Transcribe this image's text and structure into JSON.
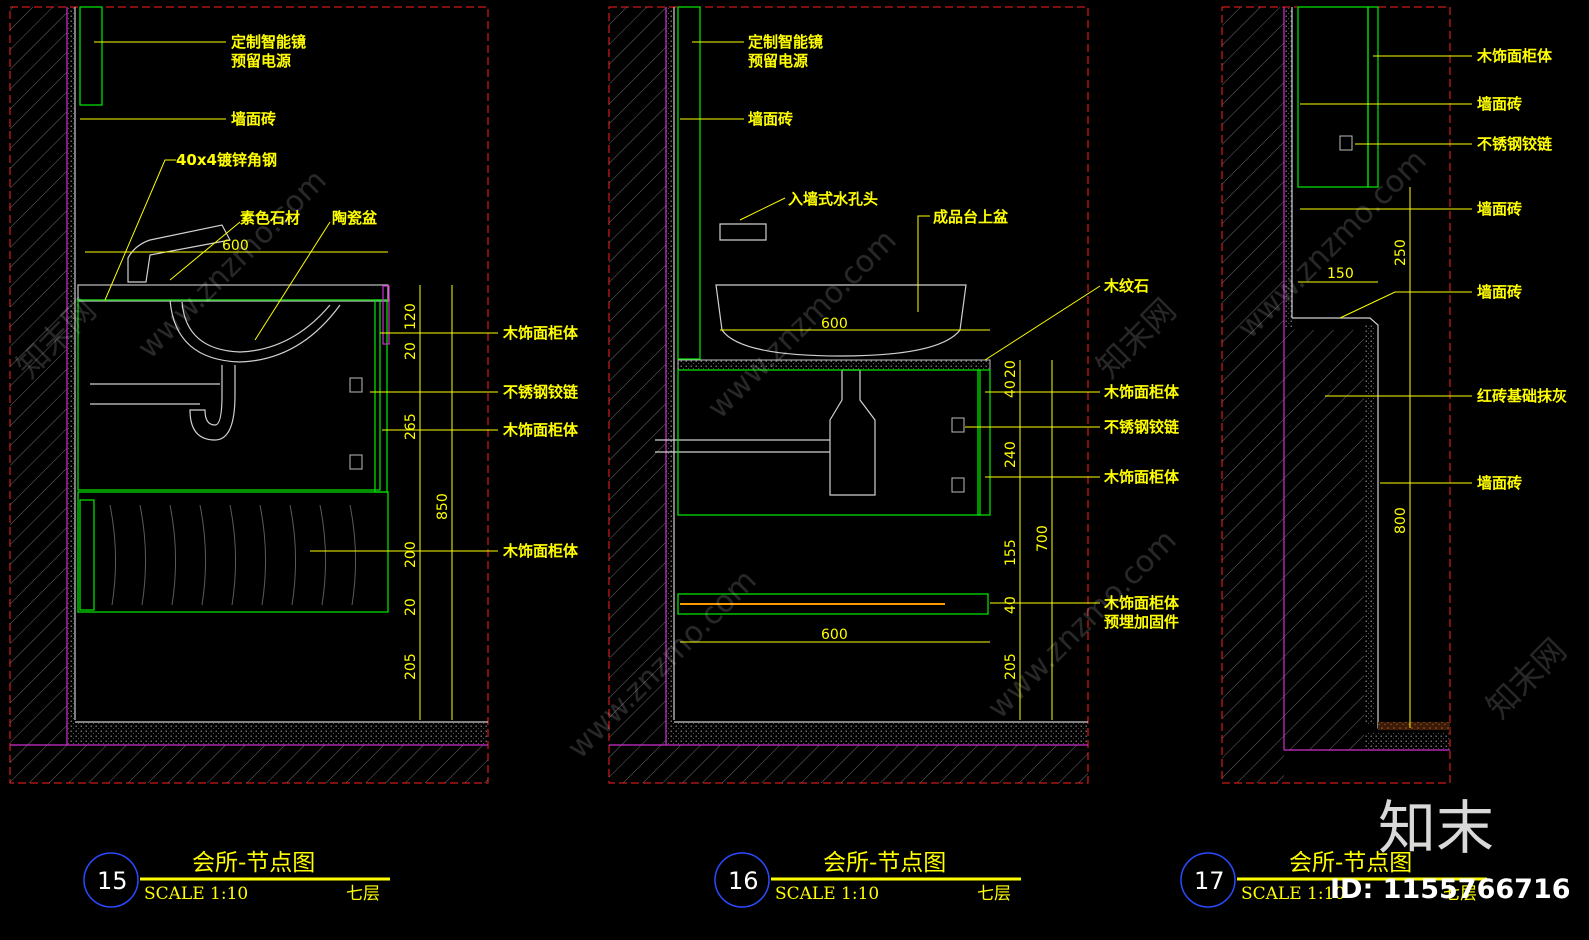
{
  "drawings": [
    {
      "number": "15",
      "title": "会所-节点图",
      "scale": "SCALE 1:10",
      "floor": "七层",
      "labels": [
        "定制智能镜",
        "预留电源",
        "墙面砖",
        "40x4镀锌角钢",
        "素色石材",
        "陶瓷盆",
        "木饰面柜体",
        "不锈钢铰链",
        "木饰面柜体",
        "木饰面柜体"
      ],
      "dims": [
        "600",
        "120",
        "20",
        "265",
        "850",
        "200",
        "20",
        "205"
      ]
    },
    {
      "number": "16",
      "title": "会所-节点图",
      "scale": "SCALE 1:10",
      "floor": "七层",
      "labels": [
        "定制智能镜",
        "预留电源",
        "墙面砖",
        "入墙式水孔头",
        "成品台上盆",
        "木纹石",
        "木饰面柜体",
        "不锈钢铰链",
        "木饰面柜体",
        "木饰面柜体",
        "预埋加固件"
      ],
      "dims": [
        "600",
        "20",
        "40",
        "240",
        "155",
        "700",
        "40",
        "600",
        "205"
      ]
    },
    {
      "number": "17",
      "title": "会所-节点图",
      "scale": "SCALE 1:10",
      "floor": "七层",
      "labels": [
        "木饰面柜体",
        "墙面砖",
        "不锈钢铰链",
        "墙面砖",
        "墙面砖",
        "红砖基础抹灰",
        "墙面砖"
      ],
      "dims": [
        "150",
        "250",
        "800"
      ]
    }
  ],
  "watermark": {
    "brand": "知末",
    "id": "ID: 1155766716",
    "site": "www.znzmo.com",
    "site_cn": "知末网"
  }
}
